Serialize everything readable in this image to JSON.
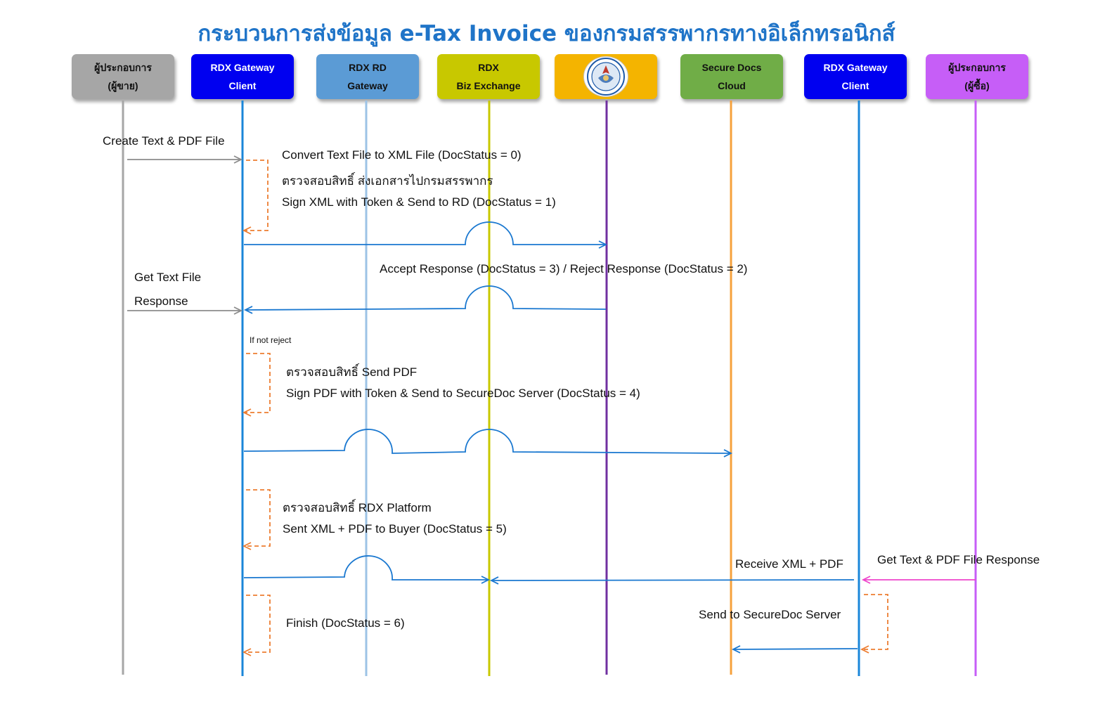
{
  "title": "กระบวนการส่งข้อมูล e-Tax Invoice ของกรมสรรพากรทางอิเล็กทรอนิกส์",
  "lifelines": [
    {
      "line1": "ผู้ประกอบการ",
      "line2": "(ผู้ขาย)",
      "fill": "#a6a6a6",
      "text_color": "#111111",
      "line_color": "#a6a6a6"
    },
    {
      "line1": "RDX Gateway",
      "line2": "Client",
      "fill": "#0000f0",
      "text_color": "#ffffff",
      "line_color": "#1a86d9"
    },
    {
      "line1": "RDX RD",
      "line2": "Gateway",
      "fill": "#5b9bd5",
      "text_color": "#111111",
      "line_color": "#9dc3e6"
    },
    {
      "line1": "RDX",
      "line2": "Biz Exchange",
      "fill": "#c8c800",
      "text_color": "#111111",
      "line_color": "#c8c800"
    },
    {
      "line1": "",
      "line2": "",
      "fill": "#f4b400",
      "text_color": "#111111",
      "line_color": "#7030a0",
      "seal": true
    },
    {
      "line1": "Secure Docs",
      "line2": "Cloud",
      "fill": "#70ad47",
      "text_color": "#111111",
      "line_color": "#f6a13c"
    },
    {
      "line1": "RDX Gateway",
      "line2": "Client",
      "fill": "#0000f0",
      "text_color": "#ffffff",
      "line_color": "#1a86d9"
    },
    {
      "line1": "ผู้ประกอบการ",
      "line2": "(ผู้ซื้อ)",
      "fill": "#c65ef7",
      "text_color": "#111111",
      "line_color": "#c65ef7"
    }
  ],
  "messages": {
    "create_file": "Create Text & PDF File",
    "convert_xml": "Convert Text File to XML File (DocStatus = 0)",
    "check_rd": "ตรวจสอบสิทธิ์ ส่งเอกสารไปกรมสรรพากร",
    "sign_xml": "Sign XML with Token & Send to RD (DocStatus = 1)",
    "response": "Accept Response (DocStatus = 3) / Reject Response (DocStatus = 2)",
    "get_text_1": "Get Text File",
    "get_text_2": "Response",
    "if_not_reject": "If not reject",
    "check_pdf": "ตรวจสอบสิทธิ์ Send PDF",
    "sign_pdf": "Sign PDF with Token & Send to SecureDoc Server (DocStatus = 4)",
    "check_platform": "ตรวจสอบสิทธิ์ RDX Platform",
    "sent_buyer": "Sent XML + PDF to Buyer (DocStatus = 5)",
    "receive": "Receive XML + PDF",
    "get_text_pdf": "Get Text & PDF File Response",
    "finish": "Finish (DocStatus = 6)",
    "send_secure": "Send to SecureDoc Server"
  },
  "colors": {
    "title": "#1f74c8",
    "arrow_blue": "#1a78d0",
    "arrow_gray": "#8c8c8c",
    "self_loop": "#ed7d31",
    "arrow_pink": "#ee44cc"
  }
}
